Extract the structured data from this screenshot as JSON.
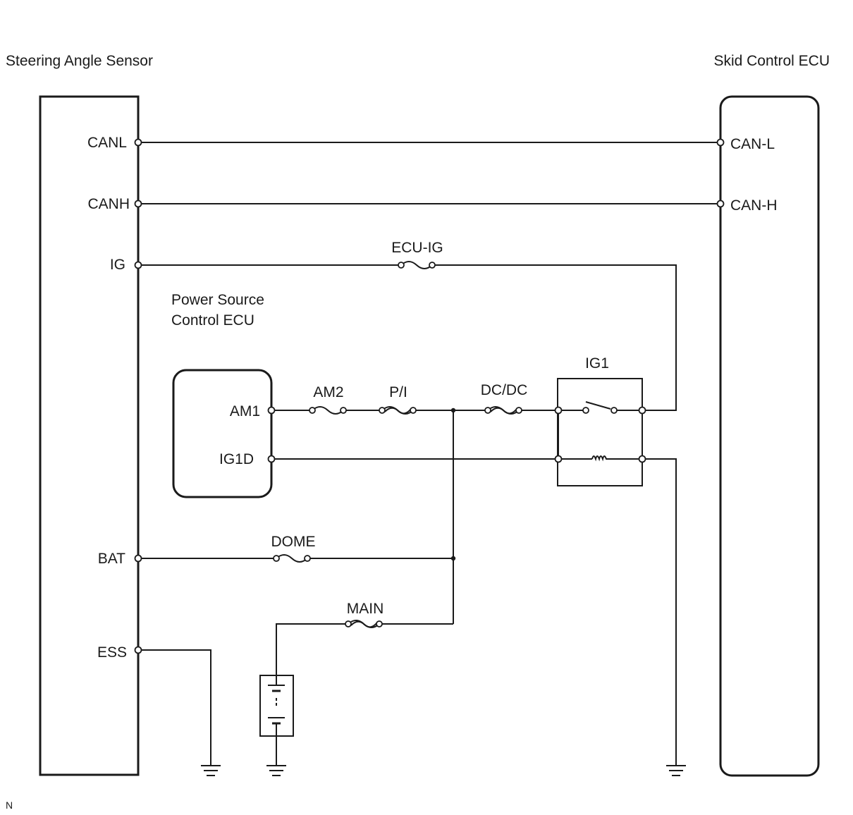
{
  "components": {
    "steering_angle_sensor": "Steering Angle Sensor",
    "skid_control_ecu": "Skid Control ECU",
    "power_source_control_ecu": [
      "Power Source",
      "Control ECU"
    ],
    "ig1_relay": "IG1"
  },
  "sensor_pins": {
    "canl": "CANL",
    "canh": "CANH",
    "ig": "IG",
    "bat": "BAT",
    "ess": "ESS"
  },
  "skid_ecu_pins": {
    "can_l": "CAN-L",
    "can_h": "CAN-H"
  },
  "power_ecu_pins": {
    "am1": "AM1",
    "ig1d": "IG1D"
  },
  "fuses": {
    "ecu_ig": "ECU-IG",
    "am2": "AM2",
    "pi": "P/I",
    "dcdc": "DC/DC",
    "dome": "DOME",
    "main": "MAIN"
  },
  "corner_mark": "N",
  "colors": {
    "line": "#1a1a1a",
    "background": "#ffffff"
  }
}
